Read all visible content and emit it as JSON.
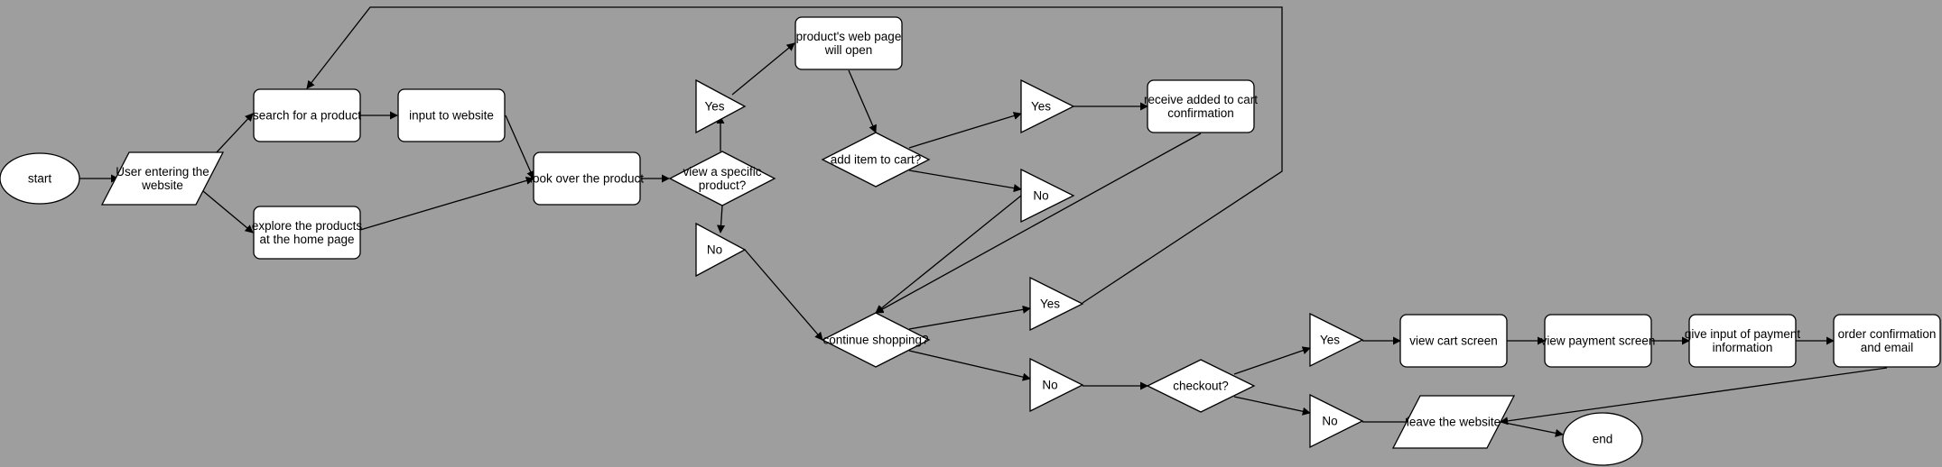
{
  "colors": {
    "background": "#9e9e9e",
    "node_fill": "#ffffff",
    "stroke": "#000000"
  },
  "nodes": {
    "start": [
      "start"
    ],
    "entering": [
      "User entering the",
      "website"
    ],
    "search": [
      "search for a product"
    ],
    "input": [
      "input to website"
    ],
    "explore": [
      "explore the products",
      "at the home page"
    ],
    "look": [
      "look over the product"
    ],
    "view_specific": [
      "view a specific",
      "product?"
    ],
    "yes_view": [
      "Yes"
    ],
    "no_view": [
      "No"
    ],
    "product_page": [
      "product's web page",
      "will open"
    ],
    "add_cart": [
      "add item to cart?"
    ],
    "yes_add": [
      "Yes"
    ],
    "no_add": [
      "No"
    ],
    "cart_confirm": [
      "receive added to cart",
      "confirmation"
    ],
    "continue": [
      "continue shopping?"
    ],
    "yes_continue": [
      "Yes"
    ],
    "no_continue": [
      "No"
    ],
    "checkout": [
      "checkout?"
    ],
    "yes_checkout": [
      "Yes"
    ],
    "no_checkout": [
      "No"
    ],
    "view_cart": [
      "view cart screen"
    ],
    "view_payment": [
      "view payment screen"
    ],
    "payment_input": [
      "give input of payment",
      "information"
    ],
    "order_confirm": [
      "order confirmation",
      "and email"
    ],
    "leave": [
      "leave the website"
    ],
    "end": [
      "end"
    ]
  }
}
